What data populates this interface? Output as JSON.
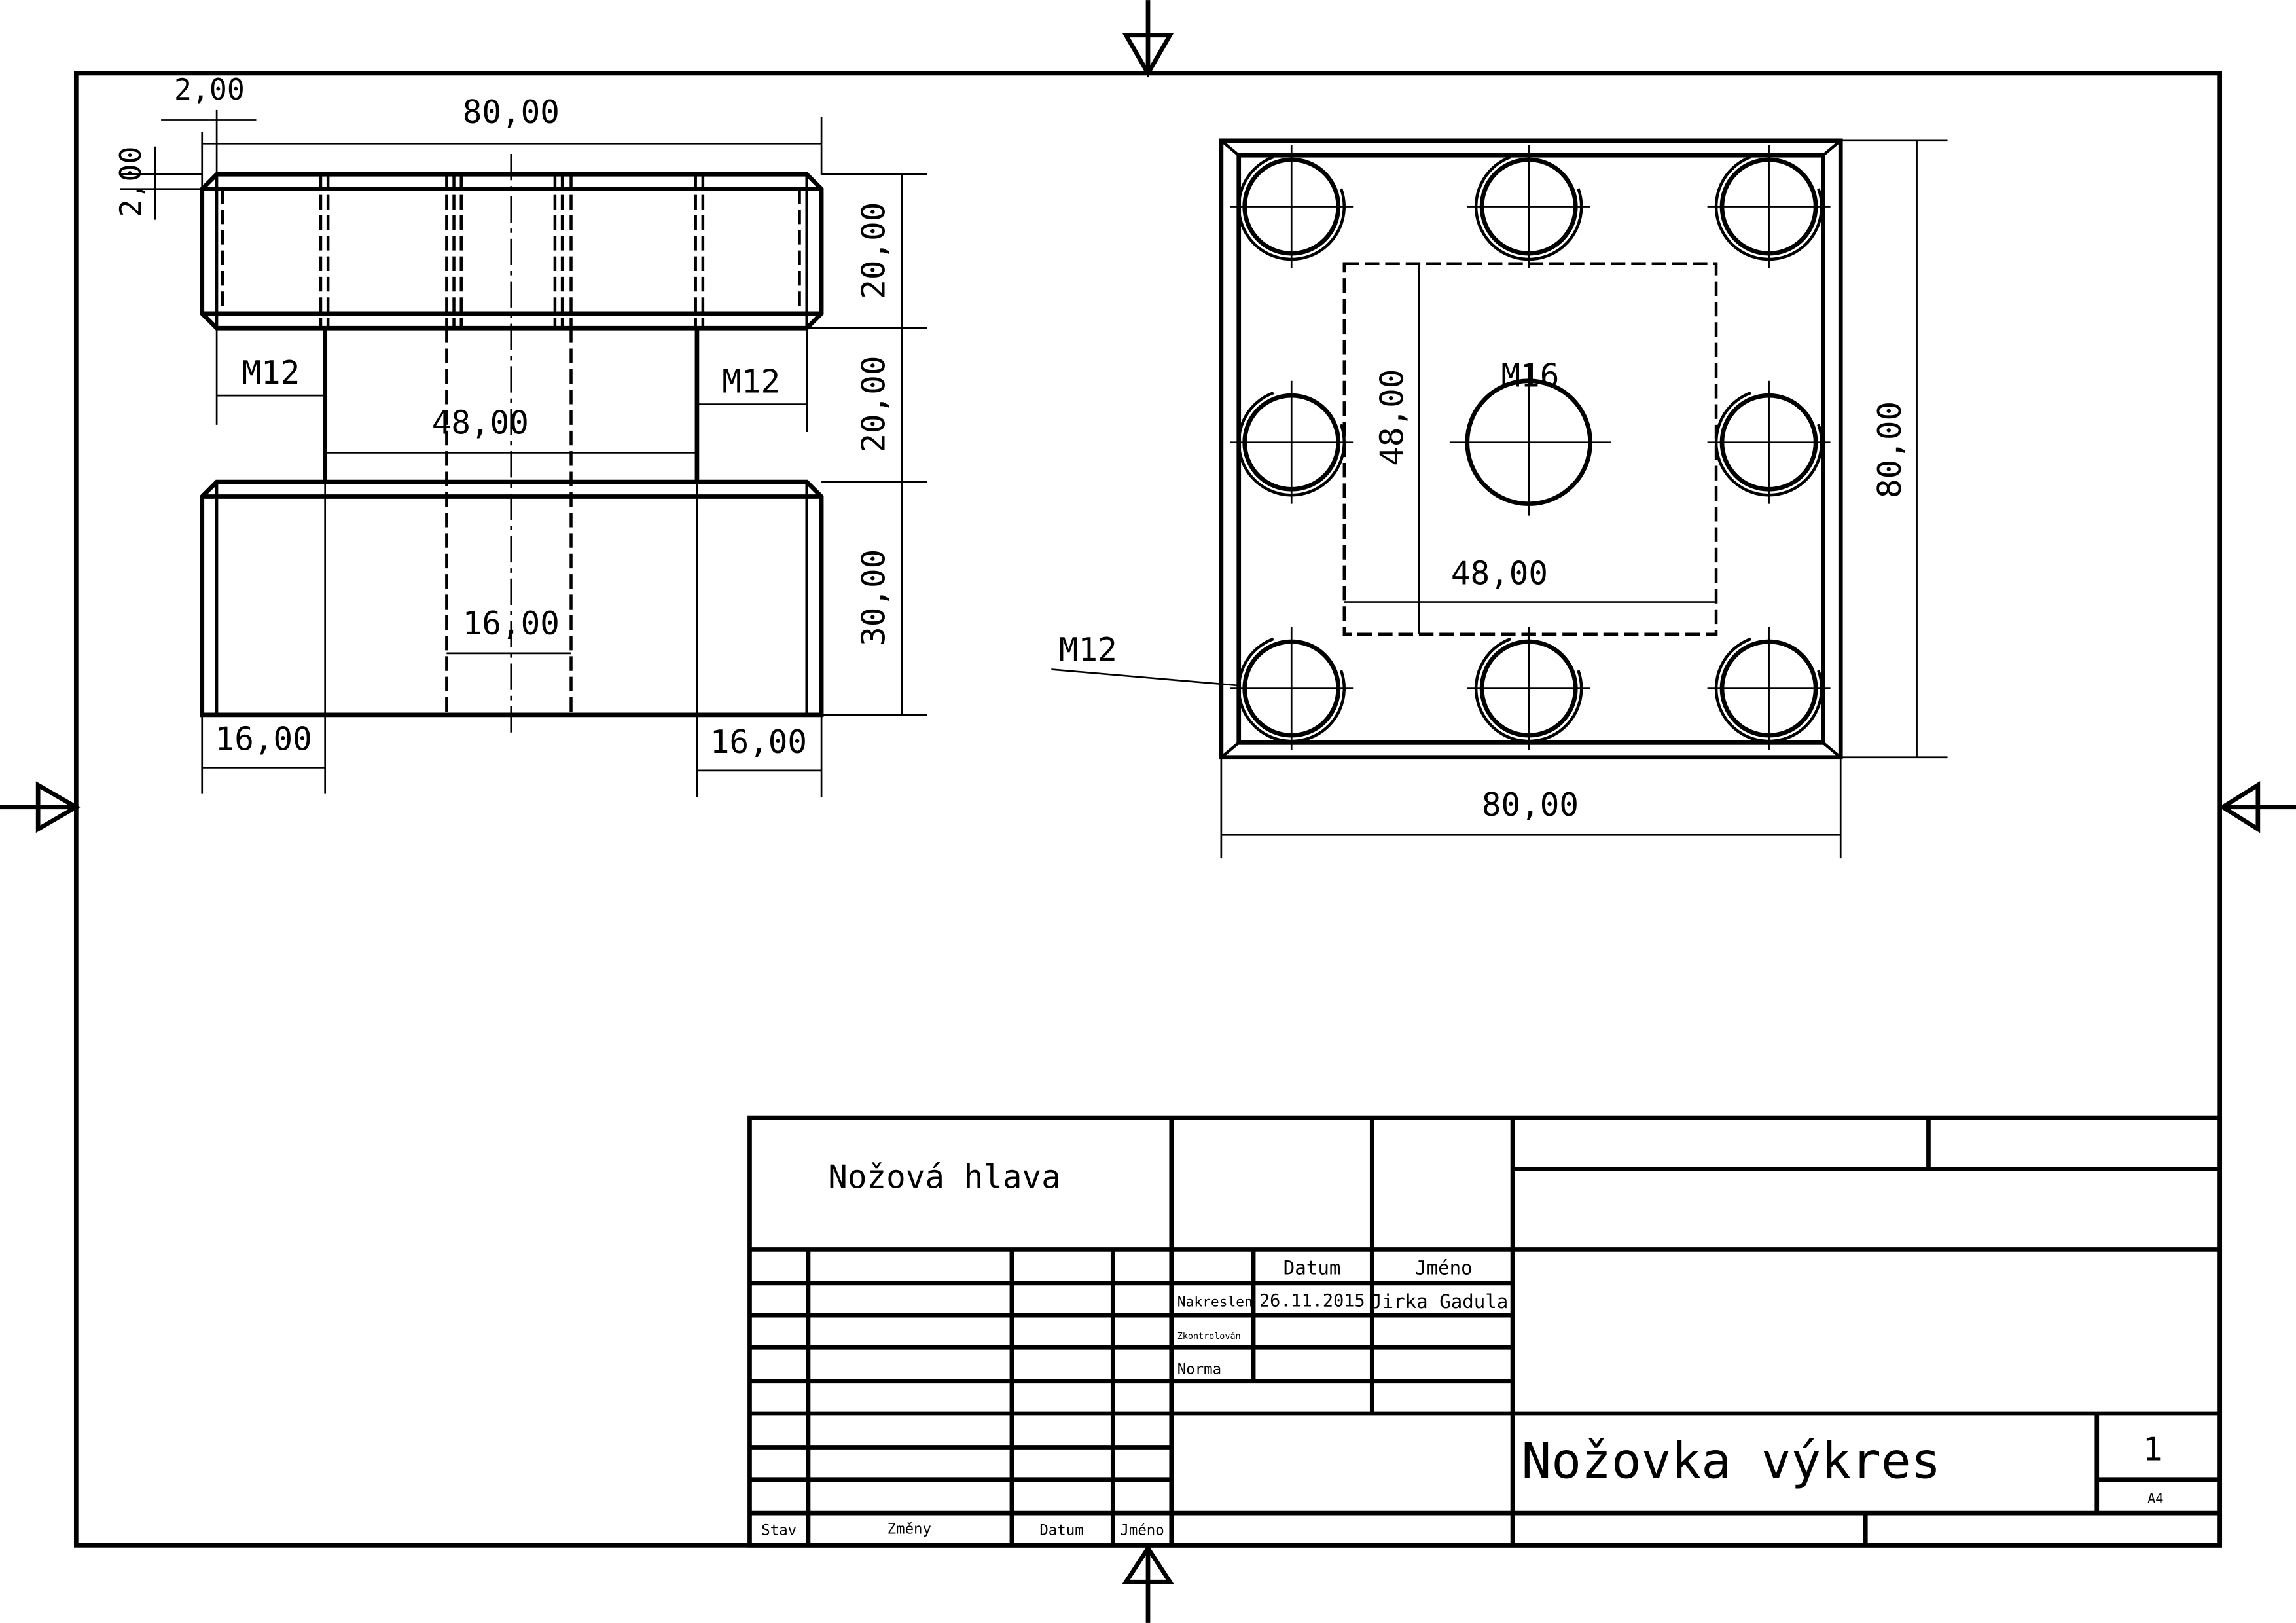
{
  "front_view": {
    "dim_chamfer_h": "2,00",
    "dim_chamfer_v": "2,00",
    "dim_width": "80,00",
    "dim_h_top": "20,00",
    "dim_h_mid": "20,00",
    "dim_h_bottom": "30,00",
    "thread_left": "M12",
    "thread_right": "M12",
    "dim_neck": "48,00",
    "dim_bore": "16,00",
    "dim_left_flange": "16,00",
    "dim_right_flange": "16,00"
  },
  "top_view": {
    "dim_height": "80,00",
    "dim_width": "80,00",
    "dim_inner_v": "48,00",
    "dim_inner_h": "48,00",
    "center_thread": "M16",
    "hole_thread": "M12"
  },
  "title_block": {
    "part_name": "Nožová hlava",
    "col_datum": "Datum",
    "col_jmeno": "Jméno",
    "row_nakreslen": "Nakreslen",
    "nakreslen_date": "26.11.2015",
    "nakreslen_name": "Jirka Gadula",
    "row_zkontrolovan": "Zkontrolován",
    "row_norma": "Norma",
    "drawing_title": "Nožovka výkres",
    "sheet_number": "1",
    "sheet_format": "A4",
    "rev_stav": "Stav",
    "rev_zmeny": "Změny",
    "rev_datum": "Datum",
    "rev_jmeno": "Jméno"
  }
}
